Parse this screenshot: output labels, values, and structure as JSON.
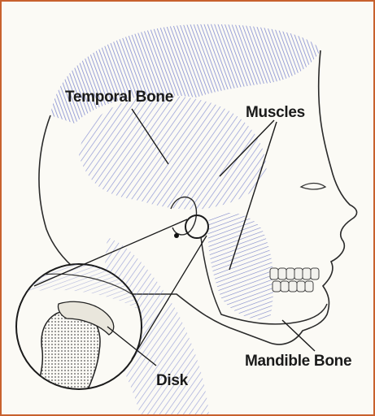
{
  "labels": {
    "temporal_bone": "Temporal Bone",
    "muscles": "Muscles",
    "mandible_bone": "Mandible Bone",
    "disk": "Disk"
  },
  "colors": {
    "frame": "#c8612e",
    "background": "#fbfaf5",
    "muscle": "#8a93d6",
    "muscle_dark": "#5a63b0",
    "outline": "#2a2a2a",
    "hair": "#6d78c7"
  }
}
